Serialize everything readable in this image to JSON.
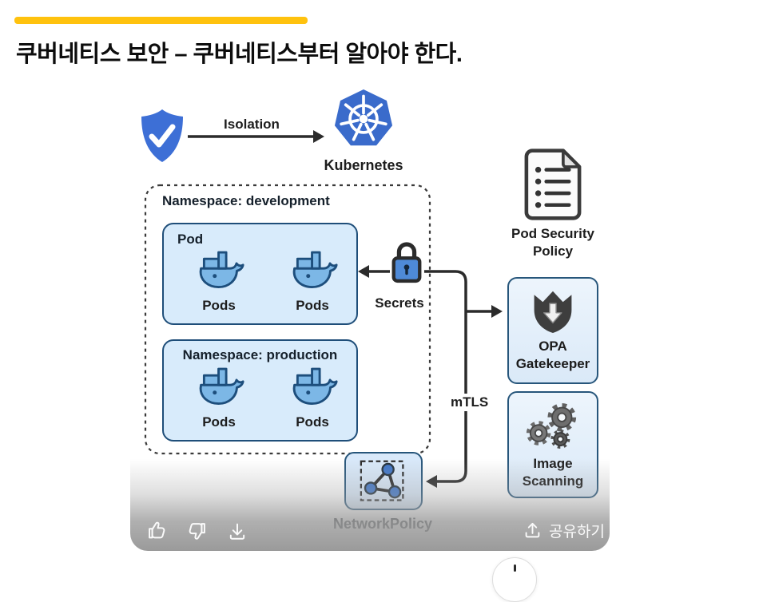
{
  "title": {
    "text": "쿠버네티스 보안 – 쿠버네티스부터 알아야 한다."
  },
  "diagram": {
    "isolation_label": "Isolation",
    "kubernetes_label": "Kubernetes",
    "dev_namespace": {
      "title": "Namespace: development",
      "pod_group_label": "Pod",
      "pods": [
        {
          "label": "Pods"
        },
        {
          "label": "Pods"
        }
      ]
    },
    "prod_namespace": {
      "title": "Namespace: production",
      "pods": [
        {
          "label": "Pods"
        },
        {
          "label": "Pods"
        }
      ]
    },
    "secrets_label": "Secrets",
    "mtls_label": "mTLS",
    "pod_security_policy": {
      "line1": "Pod Security",
      "line2": "Policy"
    },
    "opa_gatekeeper": {
      "line1": "OPA",
      "line2": "Gatekeeper"
    },
    "image_scanning": {
      "line1": "Image",
      "line2": "Scanning"
    },
    "network_policy_label": "NetworkPolicy"
  },
  "action_bar": {
    "share_label": "공유하기"
  },
  "colors": {
    "accent_yellow": "#FFC20E",
    "kubernetes_blue": "#3A6BCB",
    "shield_blue": "#3D6FD6",
    "box_border_navy": "#1F4E79",
    "pod_fill": "#D8EBFB",
    "panel_fill": "#E7F1FB",
    "whale_blue": "#7CB7E6",
    "lock_blue": "#4E8AD8",
    "line_dark": "#2B2B2B"
  }
}
